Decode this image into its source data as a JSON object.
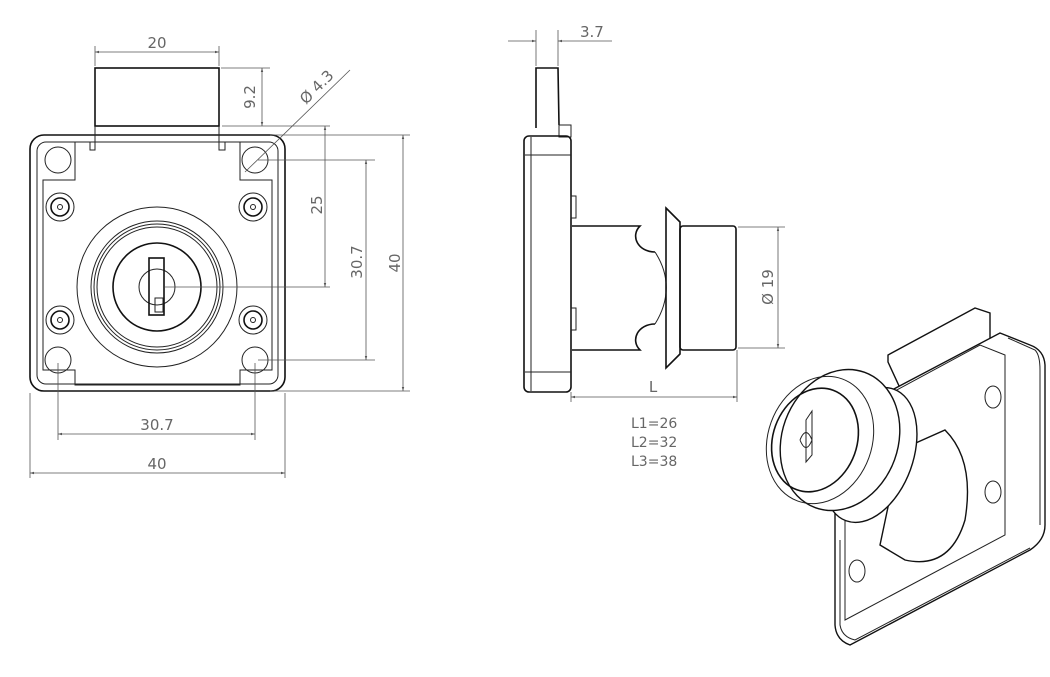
{
  "drawing": {
    "subject": "Drawer lock technical drawing",
    "views": [
      "front-view",
      "side-view",
      "isometric-view"
    ]
  },
  "front_view": {
    "dimensions": {
      "bolt_width": "20",
      "bolt_height": "9.2",
      "hole_diameter": "Ø 4.3",
      "hole_to_center": "25",
      "hole_spacing_vertical": "30.7",
      "body_height": "40",
      "hole_spacing_horizontal": "30.7",
      "body_width": "40"
    }
  },
  "side_view": {
    "dimensions": {
      "bolt_thickness": "3.7",
      "cylinder_diameter": "Ø 19",
      "length_symbol": "L"
    },
    "length_options": [
      "L1=26",
      "L2=32",
      "L3=38"
    ]
  }
}
